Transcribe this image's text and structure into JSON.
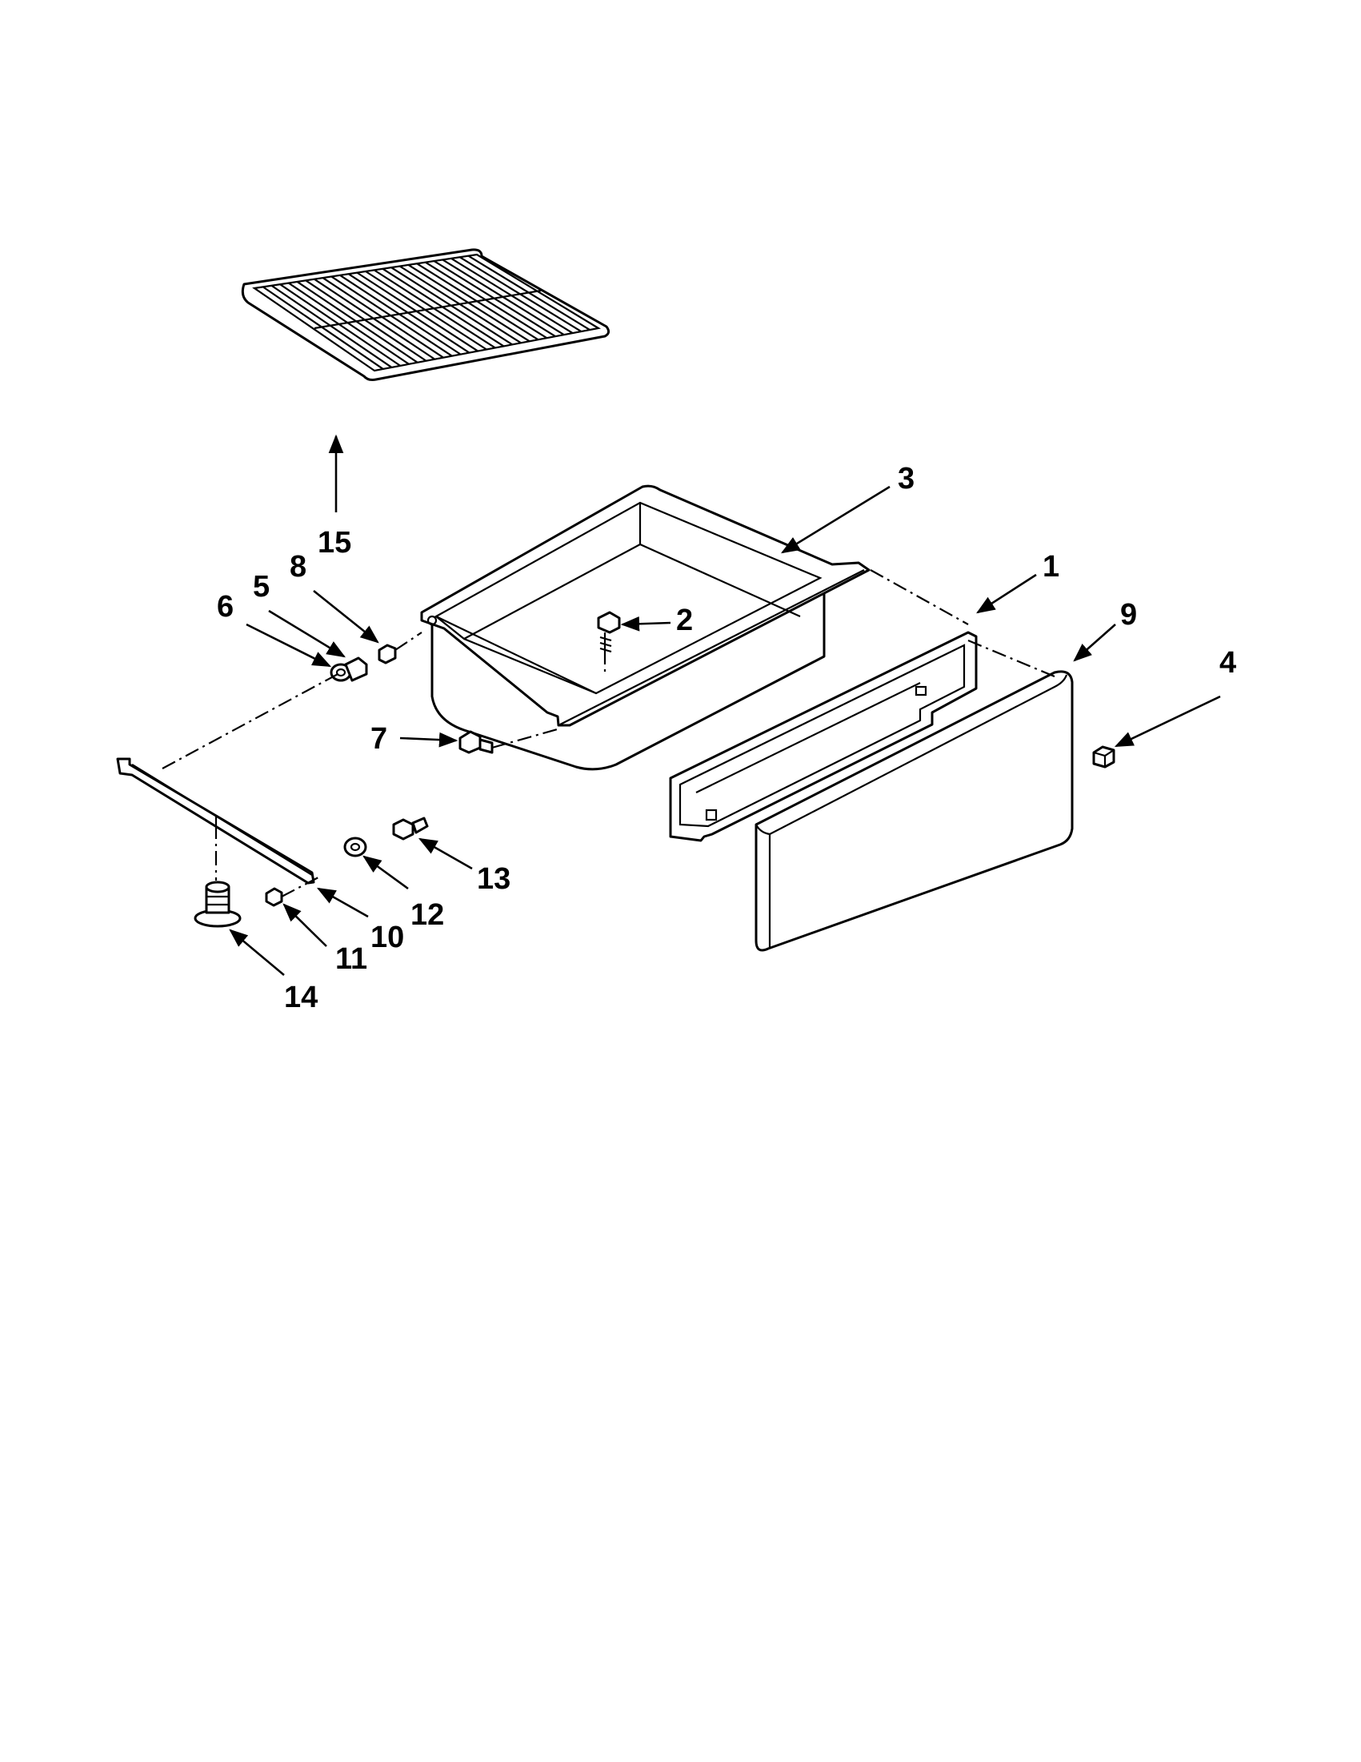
{
  "diagram": {
    "callouts": [
      {
        "id": "15",
        "label": "15"
      },
      {
        "id": "3",
        "label": "3"
      },
      {
        "id": "1",
        "label": "1"
      },
      {
        "id": "9",
        "label": "9"
      },
      {
        "id": "4",
        "label": "4"
      },
      {
        "id": "2",
        "label": "2"
      },
      {
        "id": "8",
        "label": "8"
      },
      {
        "id": "5",
        "label": "5"
      },
      {
        "id": "6",
        "label": "6"
      },
      {
        "id": "7",
        "label": "7"
      },
      {
        "id": "13",
        "label": "13"
      },
      {
        "id": "12",
        "label": "12"
      },
      {
        "id": "10",
        "label": "10"
      },
      {
        "id": "11",
        "label": "11"
      },
      {
        "id": "14",
        "label": "14"
      }
    ]
  }
}
